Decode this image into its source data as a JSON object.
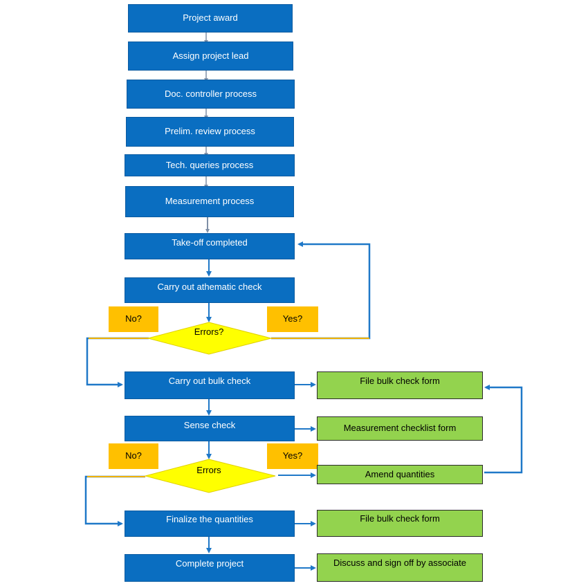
{
  "colors": {
    "process_box": "#0a6ec1",
    "form_box": "#93d34e",
    "label_box": "#ffc000",
    "decision": "#ffff00",
    "connector": "#1f78c8",
    "no_branch_line": "#f0b000"
  },
  "steps": {
    "project_award": "Project award",
    "assign_lead": "Assign project lead",
    "doc_controller": "Doc. controller process",
    "prelim_review": "Prelim. review process",
    "tech_queries": "Tech. queries process",
    "measurement": "Measurement process",
    "takeoff": "Take-off completed",
    "arith_check": "Carry out athematic check",
    "bulk_check": "Carry out bulk check",
    "sense_check": "Sense check",
    "finalize": "Finalize the quantities",
    "complete": "Complete project"
  },
  "decisions": {
    "errors_1": "Errors?",
    "errors_2": "Errors",
    "no_1": "No?",
    "yes_1": "Yes?",
    "no_2": "No?",
    "yes_2": "Yes?"
  },
  "forms": {
    "bulk_form_1": "File bulk check form",
    "measurement_checklist": "Measurement checklist form",
    "amend": "Amend quantities",
    "bulk_form_2": "File bulk check form",
    "signoff": "Discuss and sign off by associate"
  }
}
